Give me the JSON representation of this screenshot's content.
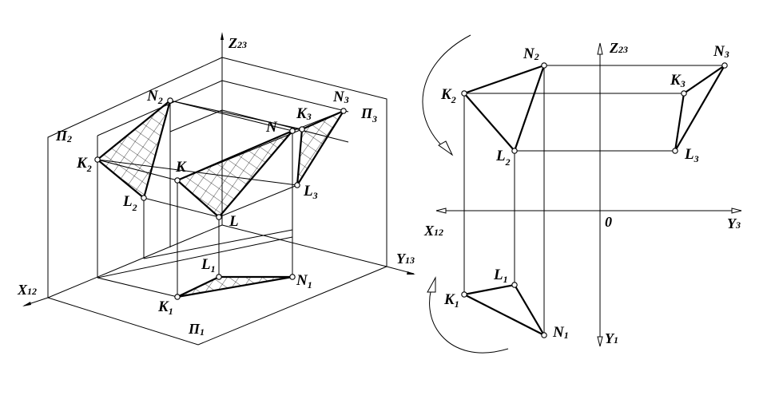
{
  "left": {
    "axis_z": {
      "main": "Z",
      "sub": "23"
    },
    "axis_y": {
      "main": "Y",
      "sub": "13"
    },
    "axis_x": {
      "main": "X",
      "sub": "12"
    },
    "plane_v": {
      "main": "Π",
      "sub": "2"
    },
    "plane_w": {
      "main": "Π",
      "sub": "3"
    },
    "plane_h": {
      "main": "Π",
      "sub": "1"
    },
    "pts": {
      "N2": {
        "main": "N",
        "sub": "2"
      },
      "K2": {
        "main": "K",
        "sub": "2"
      },
      "L2": {
        "main": "L",
        "sub": "2"
      },
      "K": {
        "main": "K",
        "sub": ""
      },
      "L": {
        "main": "L",
        "sub": ""
      },
      "N": {
        "main": "N",
        "sub": ""
      },
      "K3": {
        "main": "K",
        "sub": "3"
      },
      "N3": {
        "main": "N",
        "sub": "3"
      },
      "L3": {
        "main": "L",
        "sub": "3"
      },
      "L1": {
        "main": "L",
        "sub": "1"
      },
      "N1": {
        "main": "N",
        "sub": "1"
      },
      "K1": {
        "main": "K",
        "sub": "1"
      }
    }
  },
  "right": {
    "axis_z": {
      "main": "Z",
      "sub": "23"
    },
    "axis_x": {
      "main": "X",
      "sub": "12"
    },
    "axis_y3": {
      "main": "Y",
      "sub": "3"
    },
    "axis_y1": {
      "main": "Y",
      "sub": "1"
    },
    "origin": "0",
    "pts": {
      "N2": {
        "main": "N",
        "sub": "2"
      },
      "K2": {
        "main": "K",
        "sub": "2"
      },
      "L2": {
        "main": "L",
        "sub": "2"
      },
      "N3": {
        "main": "N",
        "sub": "3"
      },
      "K3": {
        "main": "K",
        "sub": "3"
      },
      "L3": {
        "main": "L",
        "sub": "3"
      },
      "L1": {
        "main": "L",
        "sub": "1"
      },
      "K1": {
        "main": "K",
        "sub": "1"
      },
      "N1": {
        "main": "N",
        "sub": "1"
      }
    }
  }
}
